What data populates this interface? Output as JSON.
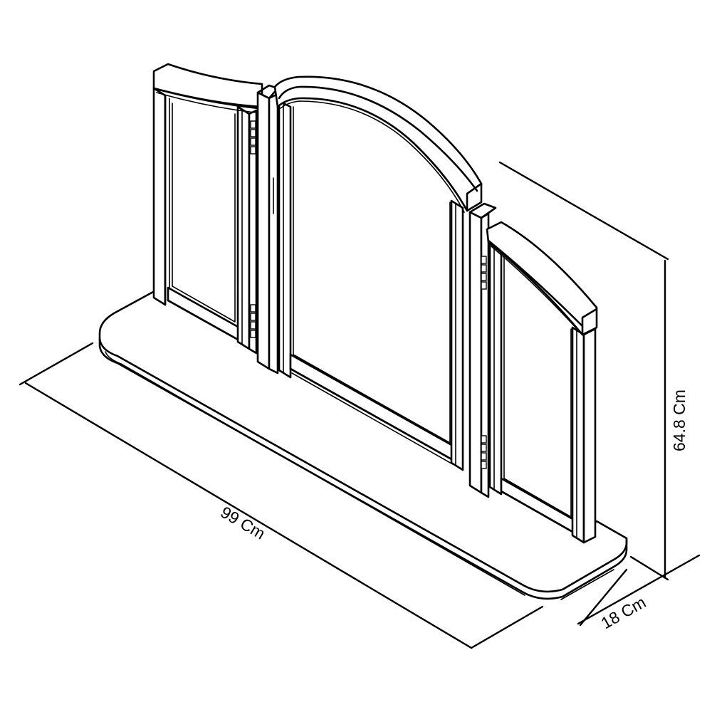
{
  "diagram": {
    "subject": "Triple-panel dressing table mirror, isometric line drawing",
    "line_color": "#000000",
    "background": "#ffffff",
    "dimensions": {
      "width": {
        "label": "99 Cm",
        "value": 99,
        "unit": "Cm"
      },
      "height": {
        "label": "64.8 Cm",
        "value": 64.8,
        "unit": "Cm"
      },
      "depth": {
        "label": "18 Cm",
        "value": 18,
        "unit": "Cm"
      }
    },
    "parts": [
      {
        "name": "left-mirror-panel",
        "top": "concave curved top rail"
      },
      {
        "name": "center-mirror-panel",
        "top": "arched top rail"
      },
      {
        "name": "right-mirror-panel",
        "top": "concave curved top rail"
      },
      {
        "name": "base-plinth",
        "shape": "rounded-corner platform"
      }
    ]
  }
}
